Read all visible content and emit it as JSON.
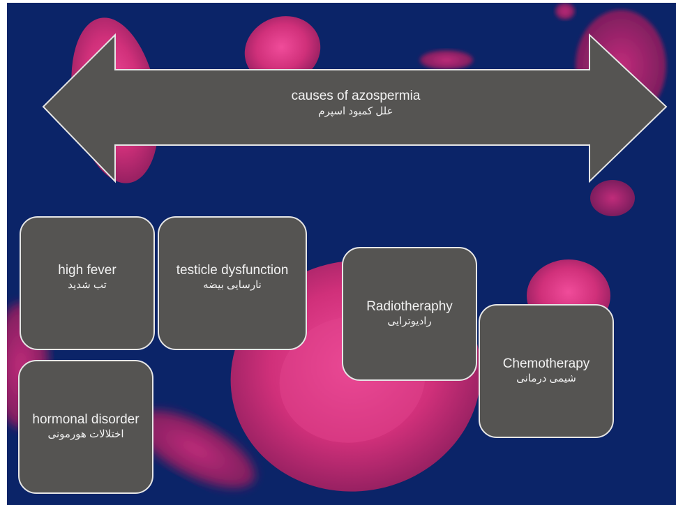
{
  "colors": {
    "background": "#0b2468",
    "cell": "#d0307a",
    "box_fill": "#555452",
    "box_border": "#e6e6e6",
    "text": "#f2f2f2"
  },
  "arrow": {
    "title_en": "causes of azospermia",
    "title_fa": "علل کمبود اسپرم"
  },
  "boxes": {
    "high_fever": {
      "en": "high fever",
      "fa": "تب شدید"
    },
    "testicle_dysfunction": {
      "en": "testicle dysfunction",
      "fa": "نارسایی بیضه"
    },
    "radiotheraphy": {
      "en": "Radiotheraphy",
      "fa": "رادیوترایی"
    },
    "chemotherapy": {
      "en": "Chemotherapy",
      "fa": "شیمی درمانی"
    },
    "hormonal_disorder": {
      "en": "hormonal disorder",
      "fa": "اختلالات هورمونی"
    }
  }
}
